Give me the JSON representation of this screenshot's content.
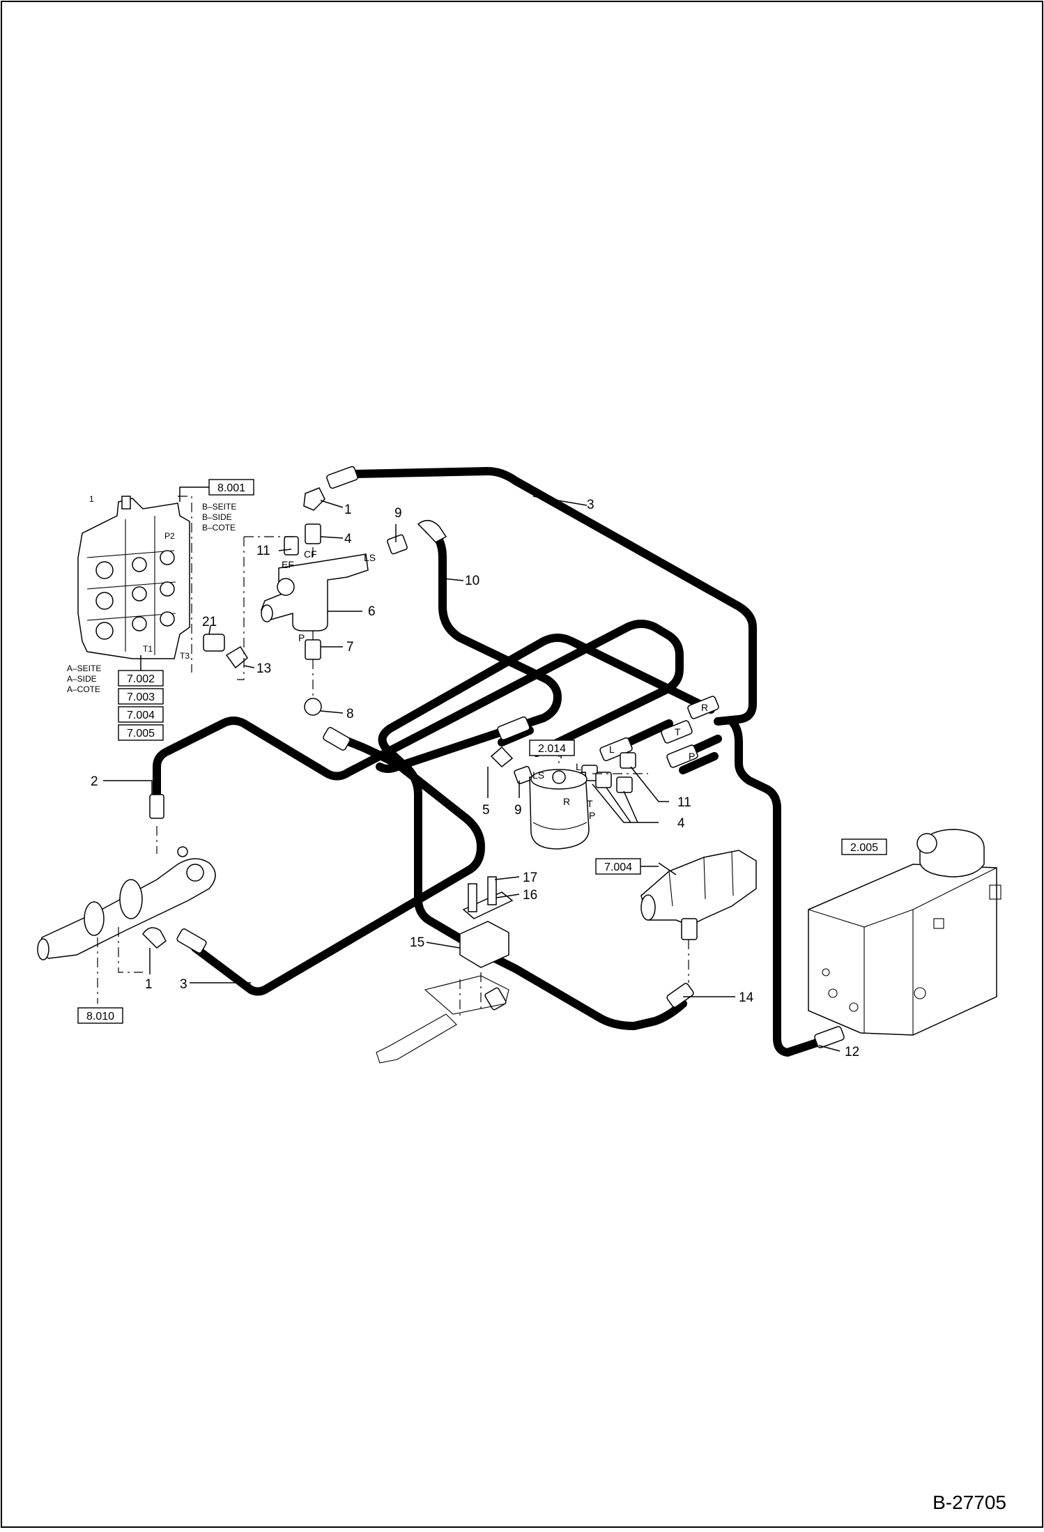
{
  "drawing": {
    "number": "B-27705",
    "valve_side_b": [
      "B–SEITE",
      "B–SIDE",
      "B–COTE"
    ],
    "valve_side_a": [
      "A–SEITE",
      "A–SIDE",
      "A–COTE"
    ],
    "valve_ports": [
      "P2",
      "T3",
      "T1"
    ],
    "port_labels": {
      "ef": "EF",
      "cf": "CF",
      "ls_block": "LS",
      "p_block": "P",
      "ls_unit": "LS",
      "l_unit": "L",
      "r_unit": "R",
      "t_unit": "T",
      "p_unit": "P",
      "r_hose": "R",
      "l_hose": "L",
      "t_hose": "T",
      "p_hose": "P"
    }
  },
  "references": {
    "r8001": "8.001",
    "r7002": "7.002",
    "r7003": "7.003",
    "r7004a": "7.004",
    "r7005": "7.005",
    "r2014": "2.014",
    "r7004b": "7.004",
    "r2005": "2.005",
    "r8010": "8.010"
  },
  "callouts": {
    "c1_top": "1",
    "c9_top": "9",
    "c3_top": "3",
    "c11_top": "11",
    "c4_top": "4",
    "c10": "10",
    "c6": "6",
    "c21": "21",
    "c7": "7",
    "c13": "13",
    "c8": "8",
    "c2": "2",
    "c5": "5",
    "c9_mid": "9",
    "c11_right": "11",
    "c4_right": "4",
    "c17": "17",
    "c16": "16",
    "c15": "15",
    "c14": "14",
    "c1_bottom": "1",
    "c3_bottom": "3",
    "c12": "12"
  }
}
